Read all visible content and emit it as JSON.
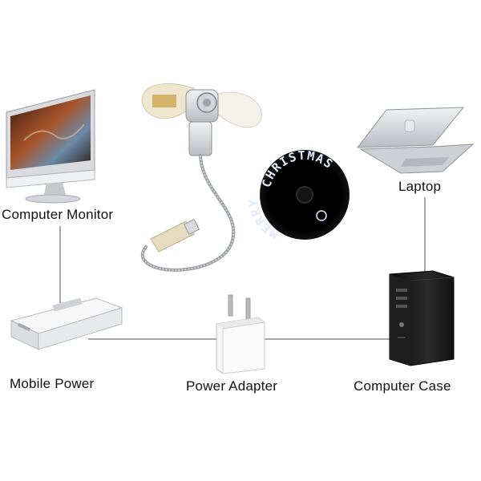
{
  "labels": {
    "computer_monitor": "Computer Monitor",
    "laptop": "Laptop",
    "mobile_power": "Mobile Power",
    "power_adapter": "Power Adapter",
    "computer_case": "Computer Case"
  },
  "fan_message": {
    "top": "CHRISTMAS",
    "left": "MERRY"
  },
  "colors": {
    "background": "#ffffff",
    "text": "#111111",
    "cable": "#8a8a8a",
    "device_dark": "#1b1b1b",
    "device_silver": "#c9ccd1",
    "fan_blade": "#efe6cf",
    "led_glow": "#dfe9ff"
  },
  "icons": [
    "monitor-icon",
    "laptop-icon",
    "usb-fan-icon",
    "led-message-fan-icon",
    "power-bank-icon",
    "power-adapter-icon",
    "computer-case-icon"
  ]
}
